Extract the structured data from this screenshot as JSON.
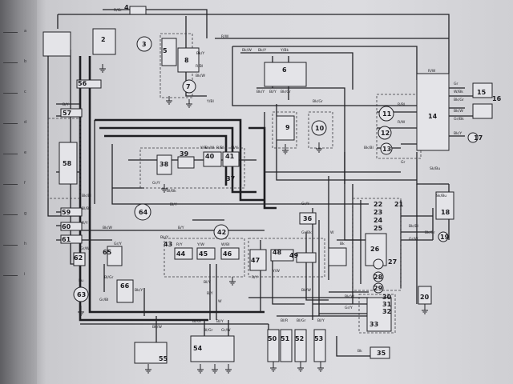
{
  "diagram": {
    "components": [
      {
        "id": "c2",
        "label": "2"
      },
      {
        "id": "c3",
        "label": "3"
      },
      {
        "id": "c4",
        "label": "4"
      },
      {
        "id": "c5",
        "label": "5"
      },
      {
        "id": "c6",
        "label": "6"
      },
      {
        "id": "c7",
        "label": "7"
      },
      {
        "id": "c8",
        "label": "8"
      },
      {
        "id": "c9",
        "label": "9"
      },
      {
        "id": "c10",
        "label": "10"
      },
      {
        "id": "c11",
        "label": "11"
      },
      {
        "id": "c12",
        "label": "12"
      },
      {
        "id": "c13",
        "label": "13"
      },
      {
        "id": "c14",
        "label": "14"
      },
      {
        "id": "c15",
        "label": "15"
      },
      {
        "id": "c16",
        "label": "16"
      },
      {
        "id": "c17",
        "label": "17"
      },
      {
        "id": "c18",
        "label": "18"
      },
      {
        "id": "c19",
        "label": "19"
      },
      {
        "id": "c20",
        "label": "20"
      },
      {
        "id": "c21",
        "label": "21"
      },
      {
        "id": "c22",
        "label": "22"
      },
      {
        "id": "c23",
        "label": "23"
      },
      {
        "id": "c24",
        "label": "24"
      },
      {
        "id": "c25",
        "label": "25"
      },
      {
        "id": "c26",
        "label": "26"
      },
      {
        "id": "c27",
        "label": "27"
      },
      {
        "id": "c28",
        "label": "28"
      },
      {
        "id": "c29",
        "label": "29"
      },
      {
        "id": "c30",
        "label": "30"
      },
      {
        "id": "c31",
        "label": "31"
      },
      {
        "id": "c32",
        "label": "32"
      },
      {
        "id": "c33",
        "label": "33"
      },
      {
        "id": "c35",
        "label": "35"
      },
      {
        "id": "c36",
        "label": "36"
      },
      {
        "id": "c37",
        "label": "37"
      },
      {
        "id": "c38",
        "label": "38"
      },
      {
        "id": "c39",
        "label": "39"
      },
      {
        "id": "c40",
        "label": "40"
      },
      {
        "id": "c41",
        "label": "41"
      },
      {
        "id": "c42",
        "label": "42"
      },
      {
        "id": "c43",
        "label": "43"
      },
      {
        "id": "c44",
        "label": "44"
      },
      {
        "id": "c45",
        "label": "45"
      },
      {
        "id": "c46",
        "label": "46"
      },
      {
        "id": "c47",
        "label": "47"
      },
      {
        "id": "c48",
        "label": "48"
      },
      {
        "id": "c49",
        "label": "49"
      },
      {
        "id": "c50",
        "label": "50"
      },
      {
        "id": "c51",
        "label": "51"
      },
      {
        "id": "c52",
        "label": "52"
      },
      {
        "id": "c53",
        "label": "53"
      },
      {
        "id": "c54",
        "label": "54"
      },
      {
        "id": "c55",
        "label": "55"
      },
      {
        "id": "c56",
        "label": "56"
      },
      {
        "id": "c57",
        "label": "57"
      },
      {
        "id": "c58",
        "label": "58"
      },
      {
        "id": "c59",
        "label": "59"
      },
      {
        "id": "c60",
        "label": "60"
      },
      {
        "id": "c61",
        "label": "61"
      },
      {
        "id": "c62",
        "label": "62"
      },
      {
        "id": "c63",
        "label": "63"
      },
      {
        "id": "c64",
        "label": "64"
      },
      {
        "id": "c65",
        "label": "65"
      },
      {
        "id": "c66",
        "label": "66"
      }
    ],
    "wire_labels": [
      {
        "id": "l01",
        "text": "R/Gr"
      },
      {
        "id": "l02",
        "text": "R/W"
      },
      {
        "id": "l03",
        "text": "Bk/W"
      },
      {
        "id": "l04",
        "text": "Bk/Y"
      },
      {
        "id": "l05",
        "text": "Y/Bk"
      },
      {
        "id": "l06",
        "text": "R/W"
      },
      {
        "id": "l07",
        "text": "Bk/Y"
      },
      {
        "id": "l08",
        "text": "R/Bl"
      },
      {
        "id": "l09",
        "text": "Bk/W"
      },
      {
        "id": "l10",
        "text": "Bk/Y"
      },
      {
        "id": "l11",
        "text": "Bl/Y"
      },
      {
        "id": "l12",
        "text": "Bk/Gr"
      },
      {
        "id": "l13",
        "text": "B/Y"
      },
      {
        "id": "l14",
        "text": "Y/Bl"
      },
      {
        "id": "l15",
        "text": "Bk/Gr"
      },
      {
        "id": "l16",
        "text": "Gr"
      },
      {
        "id": "l17",
        "text": "W/Bk"
      },
      {
        "id": "l18",
        "text": "Bk/Gr"
      },
      {
        "id": "l19",
        "text": "Bk/W"
      },
      {
        "id": "l20",
        "text": "Gr/Bk"
      },
      {
        "id": "l21",
        "text": "Bk/Y"
      },
      {
        "id": "l22",
        "text": "R/Bl"
      },
      {
        "id": "l23",
        "text": "R/W"
      },
      {
        "id": "l24",
        "text": "Bk/Bl"
      },
      {
        "id": "l25",
        "text": "Gr"
      },
      {
        "id": "l26",
        "text": "Sk/Bu"
      },
      {
        "id": "l27",
        "text": "Sk/Bu"
      },
      {
        "id": "l28",
        "text": "R/Bl"
      },
      {
        "id": "l29",
        "text": "Bl/Y"
      },
      {
        "id": "l30",
        "text": "Y/R"
      },
      {
        "id": "l31",
        "text": "Bl/Bk"
      },
      {
        "id": "l32",
        "text": "Bl/Y"
      },
      {
        "id": "l33",
        "text": "Bk/Bl"
      },
      {
        "id": "l34",
        "text": "Bl/Bk"
      },
      {
        "id": "l35",
        "text": "R/Y"
      },
      {
        "id": "l36",
        "text": "Bk/W"
      },
      {
        "id": "l37",
        "text": "Gr/Y"
      },
      {
        "id": "l38",
        "text": "B/Y"
      },
      {
        "id": "l39",
        "text": "R/Y"
      },
      {
        "id": "l40",
        "text": "Y/W"
      },
      {
        "id": "l41",
        "text": "W/Bl"
      },
      {
        "id": "l42",
        "text": "Gr/W"
      },
      {
        "id": "l43",
        "text": "Gr/Y"
      },
      {
        "id": "l44",
        "text": "Bl/Gr"
      },
      {
        "id": "l45",
        "text": "Bk/Y"
      },
      {
        "id": "l46",
        "text": "Gr/Bl"
      },
      {
        "id": "l47",
        "text": "Bl/Gr"
      },
      {
        "id": "l48",
        "text": "Bl/Y"
      },
      {
        "id": "l49",
        "text": "Bk/W"
      },
      {
        "id": "l50",
        "text": "Bl/Gr"
      },
      {
        "id": "l51",
        "text": "Gr/W"
      },
      {
        "id": "l52",
        "text": "Bl/R"
      },
      {
        "id": "l53",
        "text": "Bk/W"
      },
      {
        "id": "l54",
        "text": "Bu"
      },
      {
        "id": "l55",
        "text": "Bk/W"
      },
      {
        "id": "l56",
        "text": "Gr/Y"
      },
      {
        "id": "l57",
        "text": "Bl/Y"
      },
      {
        "id": "l58",
        "text": "R/Y"
      },
      {
        "id": "l59",
        "text": "Y/W"
      },
      {
        "id": "l60",
        "text": "B/Y"
      },
      {
        "id": "l61",
        "text": "W"
      },
      {
        "id": "l62",
        "text": "W"
      },
      {
        "id": "l63",
        "text": "Bk"
      },
      {
        "id": "l64",
        "text": "Gr/Y"
      },
      {
        "id": "l65",
        "text": "Bk/Y"
      },
      {
        "id": "l66",
        "text": "Br/W"
      },
      {
        "id": "l67",
        "text": "Gr/Bk"
      },
      {
        "id": "l68",
        "text": "Bk/Gr"
      },
      {
        "id": "l69",
        "text": "Bk/Bl"
      },
      {
        "id": "l70",
        "text": "Gr/W"
      },
      {
        "id": "l71",
        "text": "Bl/Gr"
      },
      {
        "id": "l72",
        "text": "Bl/Y"
      },
      {
        "id": "l73",
        "text": "Bk"
      }
    ],
    "margin_glyphs": [
      "a",
      "b",
      "c",
      "d",
      "e",
      "f",
      "g",
      "h",
      "i"
    ]
  }
}
